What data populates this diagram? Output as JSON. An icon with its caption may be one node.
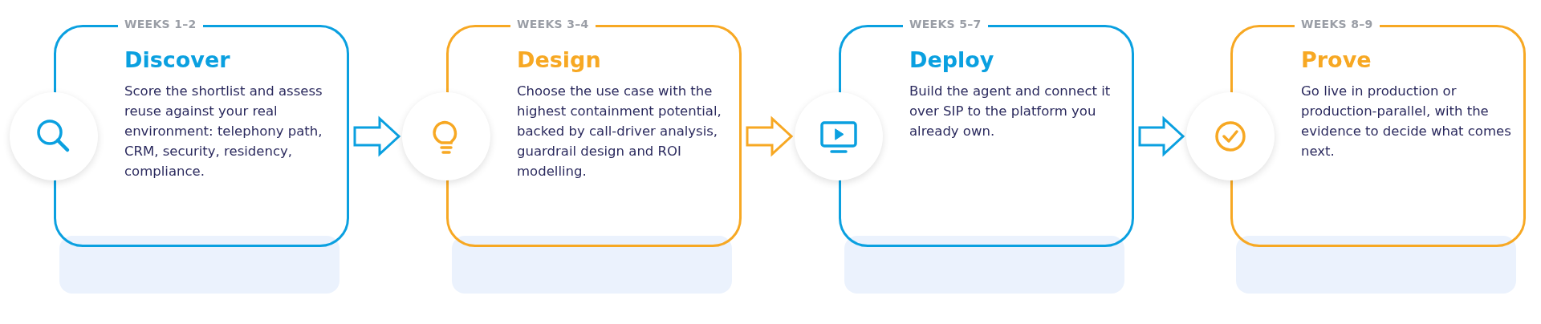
{
  "diagram": {
    "nodes": [
      {
        "text": [
          "WEEKS 1–2",
          "Discover",
          "Score the shortlist and assess reuse against your real environment: telephony path, CRM, security, residency, compliance."
        ]
      },
      {
        "text": [
          "WEEKS 3–4",
          "Design",
          "Choose the use case with the highest containment potential, backed by call-driver analysis, guardrail design and ROI modelling."
        ]
      },
      {
        "text": [
          "WEEKS 5–7",
          "Deploy",
          "Build the agent and connect it over SIP to the platform you already own."
        ]
      },
      {
        "text": [
          "WEEKS 8–9",
          "Prove",
          "Go live in production or production-parallel, with the evidence to decide what comes next."
        ]
      }
    ],
    "edges": [
      {
        "from": 0,
        "to": 1,
        "arrow": "to"
      },
      {
        "from": 1,
        "to": 2,
        "arrow": "to",
        "color": "#f7a823"
      },
      {
        "from": 2,
        "to": 3,
        "arrow": "to"
      }
    ]
  }
}
